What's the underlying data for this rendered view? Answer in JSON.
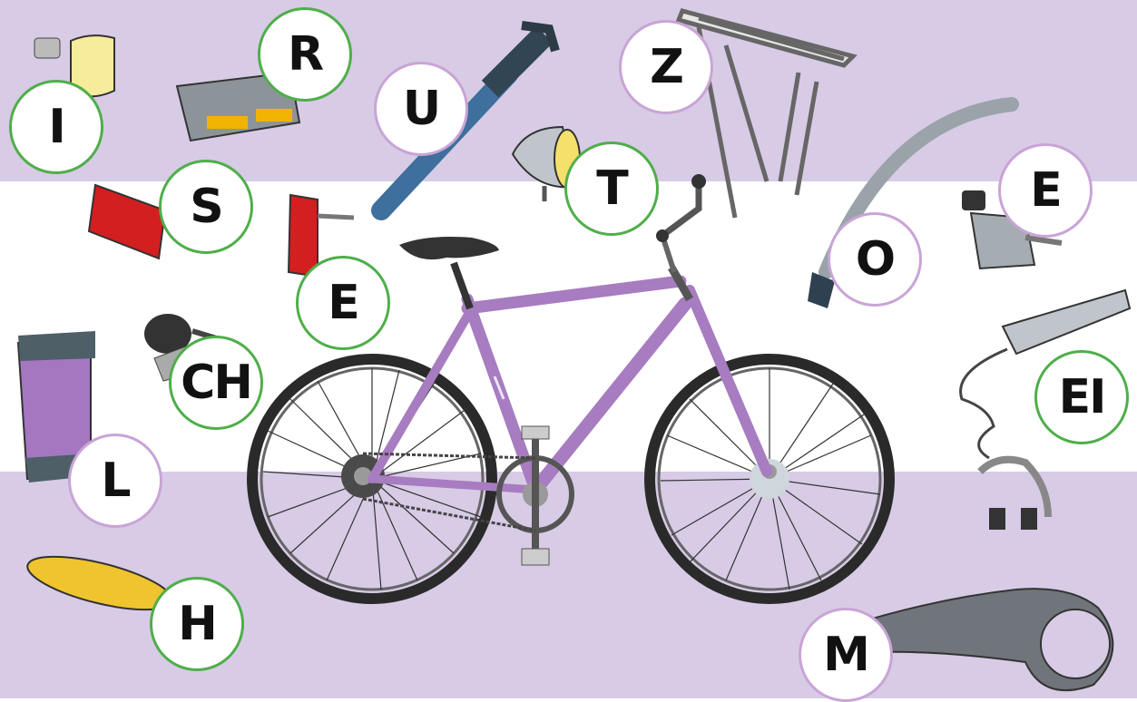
{
  "colors": {
    "lavender_band": "#d8cbe6",
    "white_band": "#ffffff",
    "green_ring": "#4fae4a",
    "purple_ring": "#c9a4d6",
    "bike_frame": "#a77cc0"
  },
  "labels": {
    "reflector_front": "I",
    "pedal": "R",
    "pump": "U",
    "rack": "Z",
    "side_reflector": "S",
    "headlight": "T",
    "rear_light": "E",
    "mudguard": "O",
    "dynamo": "E",
    "bell": "CH",
    "brake": "EI",
    "bottle": "L",
    "spoke_reflector": "H",
    "chainguard": "M"
  },
  "icons": [
    "front-reflector-icon",
    "pedal-icon",
    "pump-icon",
    "rack-icon",
    "side-reflector-icon",
    "rear-light-icon",
    "headlight-icon",
    "mudguard-icon",
    "dynamo-icon",
    "bell-icon",
    "bottle-icon",
    "brake-icon",
    "spoke-reflector-icon",
    "chainguard-icon",
    "bicycle-icon"
  ]
}
